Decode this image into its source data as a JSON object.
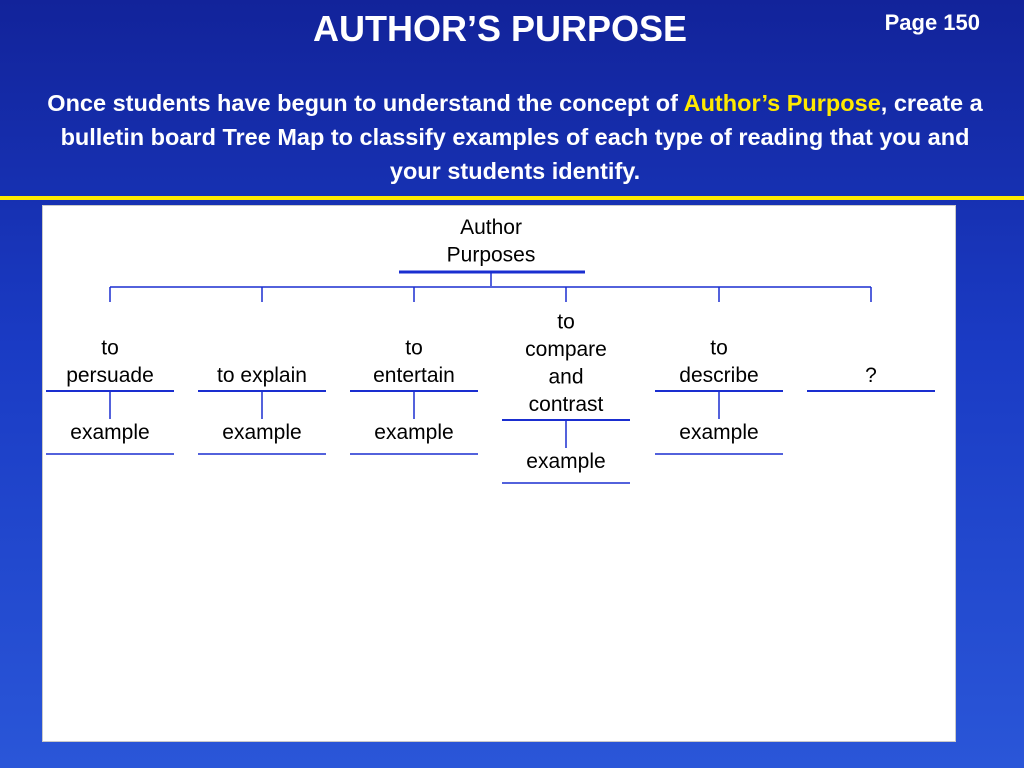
{
  "slide": {
    "title": "AUTHOR’S PURPOSE",
    "page": "Page 150",
    "intro_before": "Once students have begun to understand the concept of ",
    "intro_highlight": "Author’s Purpose",
    "intro_after": ", create a bulletin board Tree Map to classify examples of each type of reading that you and your students identify."
  },
  "colors": {
    "accent_yellow": "#ffe900",
    "line_blue": "#1a2ed0",
    "background_blue": "#1a3bc4"
  },
  "tree": {
    "root": [
      "Author",
      "Purposes"
    ],
    "branches": [
      {
        "label": [
          "to",
          "persuade"
        ],
        "example": "example"
      },
      {
        "label": [
          "to explain"
        ],
        "example": "example"
      },
      {
        "label": [
          "to",
          "entertain"
        ],
        "example": "example"
      },
      {
        "label": [
          "to",
          "compare",
          "and",
          "contrast"
        ],
        "example": "example"
      },
      {
        "label": [
          "to",
          "describe"
        ],
        "example": "example"
      },
      {
        "label": [
          "?"
        ],
        "example": ""
      }
    ]
  }
}
